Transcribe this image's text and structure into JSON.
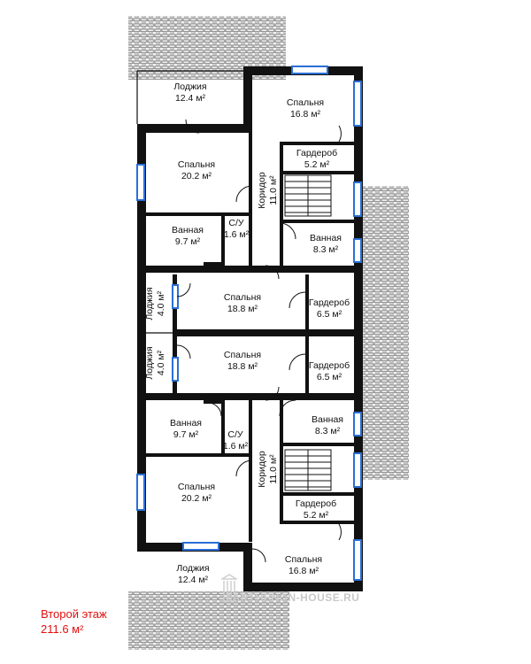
{
  "rooms": {
    "loggia_top": {
      "name": "Лоджия",
      "area": "12.4 м²"
    },
    "bed_tr": {
      "name": "Спальня",
      "area": "16.8 м²"
    },
    "ward_tr": {
      "name": "Гардероб",
      "area": "5.2 м²"
    },
    "bed_tl": {
      "name": "Спальня",
      "area": "20.2 м²"
    },
    "corr_top": {
      "name": "Коридор",
      "area": "11.0 м²"
    },
    "bath_tl": {
      "name": "Ванная",
      "area": "9.7 м²"
    },
    "wc_top": {
      "name": "С/У",
      "area": "1.6 м²"
    },
    "bath_tr": {
      "name": "Ванная",
      "area": "8.3 м²"
    },
    "loggia_ml1": {
      "name": "Лоджия",
      "area": "4.0 м²"
    },
    "bed_mid1": {
      "name": "Спальня",
      "area": "18.8 м²"
    },
    "ward_mid1": {
      "name": "Гардероб",
      "area": "6.5 м²"
    },
    "loggia_ml2": {
      "name": "Лоджия",
      "area": "4.0 м²"
    },
    "bed_mid2": {
      "name": "Спальня",
      "area": "18.8 м²"
    },
    "ward_mid2": {
      "name": "Гардероб",
      "area": "6.5 м²"
    },
    "bath_bl": {
      "name": "Ванная",
      "area": "9.7 м²"
    },
    "bath_br": {
      "name": "Ванная",
      "area": "8.3 м²"
    },
    "wc_bot": {
      "name": "С/У",
      "area": "1.6 м²"
    },
    "corr_bot": {
      "name": "Коридор",
      "area": "11.0 м²"
    },
    "bed_bl": {
      "name": "Спальня",
      "area": "20.2 м²"
    },
    "ward_br": {
      "name": "Гардероб",
      "area": "5.2 м²"
    },
    "loggia_bot": {
      "name": "Лоджия",
      "area": "12.4 м²"
    },
    "bed_br": {
      "name": "Спальня",
      "area": "16.8 м²"
    }
  },
  "floor": {
    "name": "Второй этаж",
    "area": "211.6 м²"
  },
  "watermark": "PARTHENON-HOUSE.RU",
  "colors": {
    "wall": "#111111",
    "window": "#2a6fd6",
    "floor_text": "#e01010",
    "roof": "#9a9a9a"
  }
}
